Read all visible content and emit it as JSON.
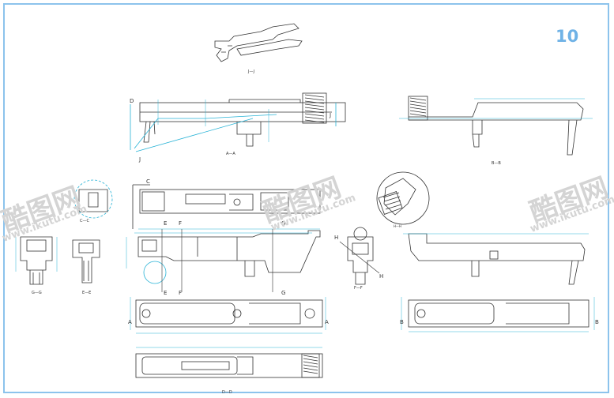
{
  "page_number": "10",
  "section_labels": {
    "j_j": "J—J",
    "a_a": "A—A",
    "b_b": "B—B",
    "c_c": "C—C",
    "g_g": "G—G",
    "e_e": "E—E",
    "f_f": "F—F",
    "d_d": "D—D",
    "h_h": "H—H"
  },
  "cut_letters": {
    "d": "D",
    "j1": "J",
    "j2": "J",
    "c": "C",
    "e1": "E",
    "e2": "E",
    "f1": "F",
    "f2": "F",
    "g1": "G",
    "g2": "G",
    "a1": "A",
    "a2": "A",
    "b1": "B",
    "b2": "B",
    "h1": "H",
    "h2": "H"
  },
  "watermark": {
    "brand": "酷图网",
    "url": "www.ikutu.com"
  },
  "colors": {
    "line": "#333333",
    "dim": "#29b3d6",
    "dim2": "#2aa7a0",
    "frame": "#8cc3ec",
    "page_number": "#6fb2e6",
    "watermark": "#d0d0d0"
  }
}
